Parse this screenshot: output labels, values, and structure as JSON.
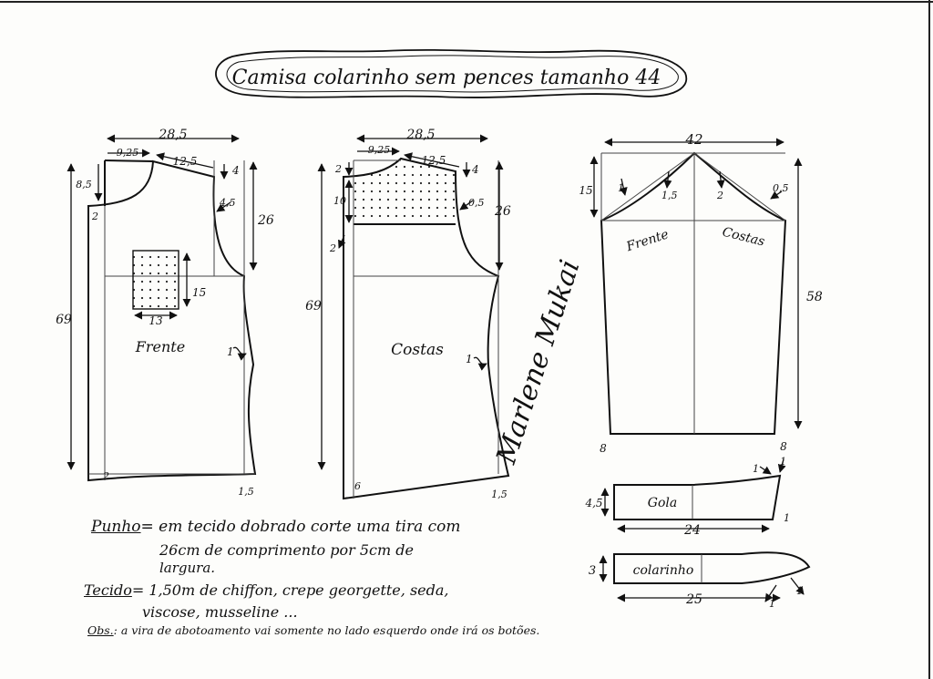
{
  "title": "Camisa colarinho sem pences tamanho 44",
  "author_signature": "Marlene Mukai",
  "front": {
    "label": "Frente",
    "width_top": "28,5",
    "neck_width": "9,25",
    "shoulder": "12,5",
    "shoulder_drop": "4",
    "neck_depth": "8,5",
    "neck_mark": "2",
    "armhole_curve": "4,5",
    "armhole_depth": "26",
    "total_length": "69",
    "pocket_width": "13",
    "pocket_height": "15",
    "side_mark": "1",
    "hem_mark": "2",
    "hem_side": "1,5"
  },
  "back": {
    "label": "Costas",
    "width_top": "28,5",
    "neck_width": "9,25",
    "shoulder": "12,5",
    "shoulder_drop": "4",
    "neck_depth": "2",
    "yoke_depth": "10",
    "yoke_mark": "2",
    "armhole_curve": "0,5",
    "armhole_depth": "26",
    "total_length": "69",
    "side_mark": "1",
    "hem_mark": "6",
    "hem_side": "1,5"
  },
  "sleeve": {
    "width": "42",
    "cap_height": "15",
    "front_label": "Frente",
    "back_label": "Costas",
    "mark_front_1": "1",
    "mark_front_2": "1,5",
    "mark_back_1": "2",
    "mark_back_2": "0,5",
    "length": "58",
    "hem_left": "8",
    "hem_right": "8"
  },
  "collar_stand": {
    "label": "Gola",
    "height": "4,5",
    "length": "24",
    "mark_top": "1",
    "mark_top2": "1",
    "mark_bottom": "1"
  },
  "collar": {
    "label": "colarinho",
    "height": "3",
    "length": "25",
    "mark_a": "1",
    "mark_b": "1"
  },
  "notes": {
    "cuff_key": "Punho",
    "cuff_line1": "= em tecido dobrado corte uma tira com",
    "cuff_line2": "26cm de comprimento por 5cm de",
    "cuff_line3": "largura.",
    "fabric_key": "Tecido",
    "fabric_line1": "= 1,50m de chiffon, crepe georgette, seda,",
    "fabric_line2": "viscose, musseline ...",
    "obs_key": "Obs.",
    "obs_line": ": a vira de abotoamento vai somente no lado esquerdo onde irá os botões."
  }
}
